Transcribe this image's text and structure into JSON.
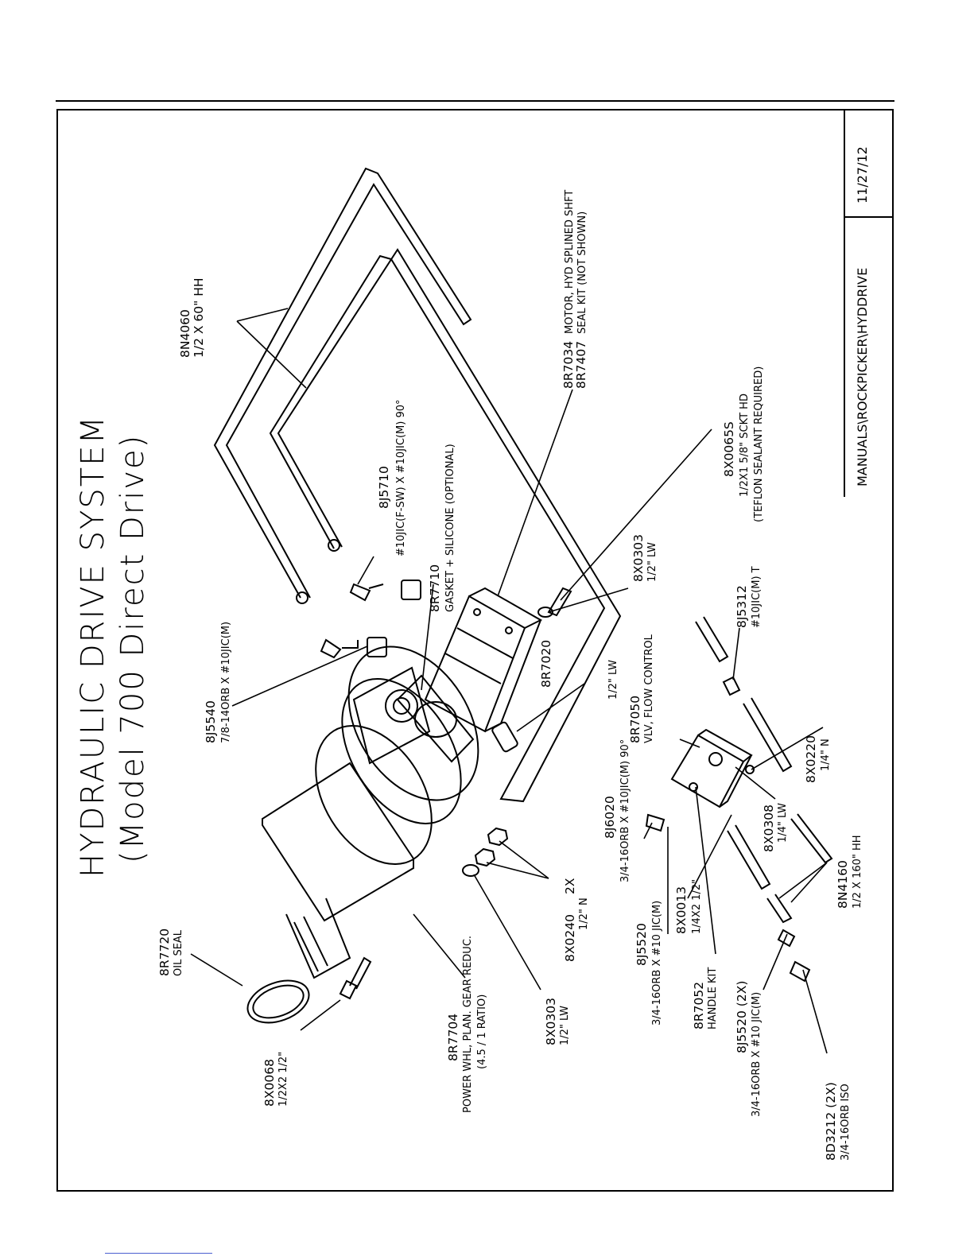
{
  "title": {
    "line1": "HYDRAULIC DRIVE SYSTEM",
    "line2": "(Model 700 Direct Drive)"
  },
  "title_block": {
    "path": "MANUALS\\ROCKPICKER\\HYDDRIVE",
    "date": "11/27/12"
  },
  "labels": {
    "p8N4060": {
      "part": "8N4060",
      "desc": "1/2 X 60\" HH"
    },
    "p8R7034": {
      "part": "8R7034",
      "desc": "MOTOR, HYD SPLINED SHFT"
    },
    "p8R7407": {
      "part": "8R7407",
      "desc": "SEAL KIT (NOT SHOWN)"
    },
    "p8J5710": {
      "part": "8J5710",
      "desc": "#10JIC(F-SW) X #10JIC(M) 90°"
    },
    "p8R7710": {
      "part": "8R7710",
      "desc": "GASKET + SILICONE (OPTIONAL)"
    },
    "p8X0065S": {
      "part": "8X0065S",
      "desc1": "1/2X1 5/8\" SCKT HD",
      "desc2": "(TEFLON SEALANT REQUIRED)"
    },
    "p8X0303a": {
      "part": "8X0303",
      "desc": "1/2\" LW"
    },
    "p8J5312": {
      "part": "8J5312",
      "desc": "#10JIC(M) T"
    },
    "p8R7020": {
      "part": "8R7020"
    },
    "p8J5540": {
      "part": "8J5540",
      "desc": "7/8-14ORB X #10JIC(M)"
    },
    "p8R7050": {
      "part": "8R7050",
      "desc": "VLV, FLOW CONTROL",
      "desc2": "1/2\" LW"
    },
    "p8J6020": {
      "part": "8J6020",
      "desc": "3/4-16ORB X #10JIC(M) 90°"
    },
    "p8X0220": {
      "part": "8X0220",
      "desc": "1/4\" N"
    },
    "p8X0308": {
      "part": "8X0308",
      "desc": "1/4\" LW"
    },
    "p8N4160": {
      "part": "8N4160",
      "desc": "1/2 X 160\" HH"
    },
    "p8X0240": {
      "part": "8X0240",
      "qty": "2X",
      "desc": "1/2\" N"
    },
    "p8J5520a": {
      "part": "8J5520",
      "desc": "3/4-16ORB X #10 JIC(M)"
    },
    "p8X0013": {
      "part": "8X0013",
      "desc": "1/4X2 1/2\""
    },
    "p8R7052": {
      "part": "8R7052",
      "desc": "HANDLE KIT"
    },
    "p8J5520b": {
      "part": "8J5520 (2X)",
      "desc": "3/4-16ORB X #10 JIC(M)"
    },
    "p8D3212": {
      "part": "8D3212 (2X)",
      "desc": "3/4-16ORB ISO"
    },
    "p8R7720": {
      "part": "8R7720",
      "desc": "OIL SEAL"
    },
    "p8X0068": {
      "part": "8X0068",
      "desc": "1/2X2 1/2\""
    },
    "p8R7704": {
      "part": "8R7704",
      "desc1": "POWER WHL, PLAN. GEAR REDUC.",
      "desc2": "(4.5 / 1 RATIO)"
    },
    "p8X0303b": {
      "part": "8X0303",
      "desc": "1/2\" LW"
    }
  }
}
